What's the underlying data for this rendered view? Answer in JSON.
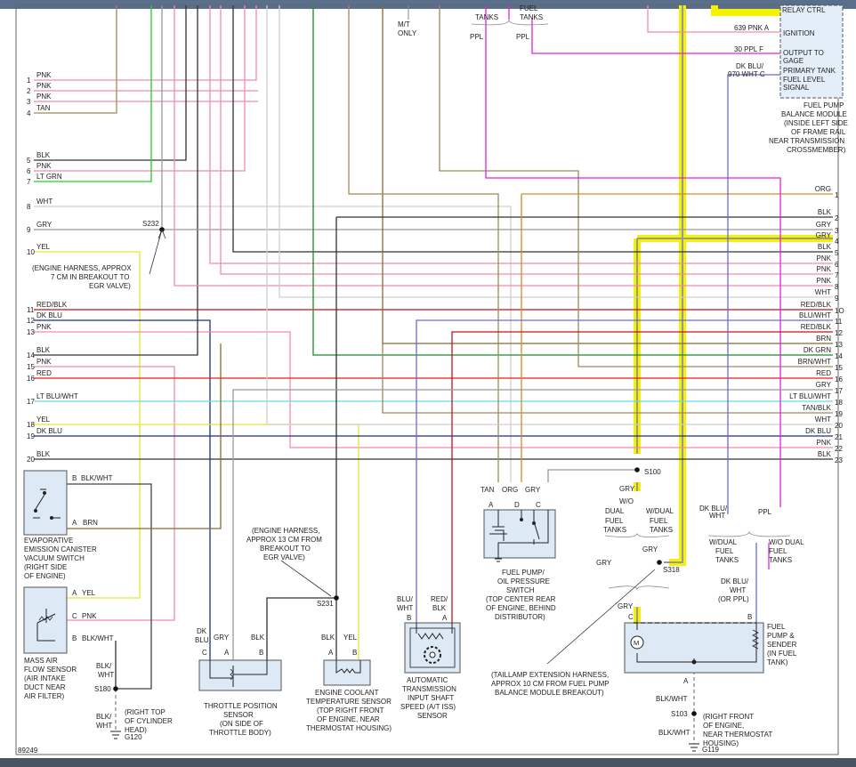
{
  "figure_number": "89249",
  "colors": {
    "highlight": "#f5f200",
    "pnk": "#f08cb0",
    "tan": "#9c8a5a",
    "brn": "#8a6b2e",
    "ltgrn": "#22d022",
    "dkgrn": "#1b8a2e",
    "blk": "#333333",
    "wht": "#cfcfcf",
    "gry": "#999999",
    "yel": "#e9e42c",
    "redblk": "#c0141c",
    "red": "#f01818",
    "dkblu": "#1c2c8a",
    "ltbluwht": "#6ad9e8",
    "bluwht": "#6a6ad8",
    "org": "#d68a22",
    "ppl": "#e020e0"
  },
  "left_pins": [
    {
      "num": "1",
      "color": "PNK"
    },
    {
      "num": "2",
      "color": "PNK"
    },
    {
      "num": "3",
      "color": "PNK"
    },
    {
      "num": "4",
      "color": "TAN"
    },
    {
      "num": "5",
      "color": "BLK"
    },
    {
      "num": "6",
      "color": "PNK"
    },
    {
      "num": "7",
      "color": "LT GRN"
    },
    {
      "num": "8",
      "color": "WHT"
    },
    {
      "num": "9",
      "color": "GRY"
    },
    {
      "num": "10",
      "color": "YEL"
    },
    {
      "num": "11",
      "color": "RED/BLK"
    },
    {
      "num": "12",
      "color": "DK BLU"
    },
    {
      "num": "13",
      "color": "PNK"
    },
    {
      "num": "14",
      "color": "BLK"
    },
    {
      "num": "15",
      "color": "PNK"
    },
    {
      "num": "16",
      "color": "RED"
    },
    {
      "num": "17",
      "color": "LT BLU/WHT"
    },
    {
      "num": "18",
      "color": "YEL"
    },
    {
      "num": "19",
      "color": "DK BLU"
    },
    {
      "num": "20",
      "color": "BLK"
    }
  ],
  "right_pins": [
    {
      "num": "1",
      "color": "ORG"
    },
    {
      "num": "2",
      "color": "BLK"
    },
    {
      "num": "3",
      "color": "GRY"
    },
    {
      "num": "4",
      "color": "GRY"
    },
    {
      "num": "5",
      "color": "BLK"
    },
    {
      "num": "6",
      "color": "PNK"
    },
    {
      "num": "7",
      "color": "PNK"
    },
    {
      "num": "8",
      "color": "PNK"
    },
    {
      "num": "9",
      "color": "WHT"
    },
    {
      "num": "1O",
      "color": "RED/BLK"
    },
    {
      "num": "11",
      "color": "BLU/WHT"
    },
    {
      "num": "12",
      "color": "RED/BLK"
    },
    {
      "num": "13",
      "color": "BRN"
    },
    {
      "num": "14",
      "color": "DK GRN"
    },
    {
      "num": "15",
      "color": "BRN/WHT"
    },
    {
      "num": "16",
      "color": "RED"
    },
    {
      "num": "17",
      "color": "GRY"
    },
    {
      "num": "18",
      "color": "LT BLU/WHT"
    },
    {
      "num": "19",
      "color": "TAN/BLK"
    },
    {
      "num": "20",
      "color": "WHT"
    },
    {
      "num": "21",
      "color": "DK BLU"
    },
    {
      "num": "22",
      "color": "PNK"
    },
    {
      "num": "23",
      "color": "BLK"
    }
  ],
  "top": {
    "mt_only": [
      "M/T",
      "ONLY"
    ],
    "tanks_left": "TANKS",
    "fuel_tanks": [
      "FUEL",
      "TANKS"
    ],
    "ppl_left": "PPL",
    "ppl_right": "PPL"
  },
  "fpbm": {
    "relay": "RELAY CTRL",
    "ignition": "IGNITION",
    "ignition_circuit": "639  PNK  A",
    "output": [
      "OUTPUT TO",
      "GAGE"
    ],
    "output_circuit": "30    PPL  F",
    "primary": [
      "PRIMARY TANK",
      "FUEL LEVEL",
      "SIGNAL"
    ],
    "primary_circuit": [
      "DK BLU/",
      "970     WHT  C"
    ],
    "caption": [
      "FUEL PUMP",
      "BALANCE MODULE",
      "(INSIDE LEFT SIDE",
      "OF FRAME RAIL",
      "NEAR TRANSMISSION",
      "CROSSMEMBER)"
    ]
  },
  "s232": {
    "label": "S232",
    "note": [
      "(ENGINE HARNESS, APPROX",
      "7 CM IN BREAKOUT TO",
      "EGR VALVE)"
    ]
  },
  "evap": {
    "pin_b": "B",
    "pin_b_wire": "BLK/WHT",
    "pin_a": "A",
    "pin_a_wire": "BRN",
    "caption": [
      "EVAPORATIVE",
      "EMISSION CANISTER",
      "VACUUM SWITCH",
      "(RIGHT SIDE",
      "OF ENGINE)"
    ]
  },
  "maf": {
    "pin_a": "A",
    "pin_a_wire": "YEL",
    "pin_c": "C",
    "pin_c_wire": "PNK",
    "pin_b": "B",
    "pin_b_wire": "BLK/WHT",
    "caption": [
      "MASS AIR",
      "FLOW SENSOR",
      "(AIR INTAKE",
      "DUCT NEAR",
      "AIR FILTER)"
    ]
  },
  "s180": {
    "label": "S180",
    "wire_top": [
      "BLK/",
      "WHT"
    ],
    "wire_bottom": [
      "BLK/",
      "WHT"
    ],
    "note": [
      "(RIGHT TOP",
      "OF CYLINDER",
      "HEAD)"
    ],
    "ground": "G120"
  },
  "tps": {
    "wire_c": [
      "DK",
      "BLU"
    ],
    "wire_a": "GRY",
    "wire_b": "BLK",
    "pin_c": "C",
    "pin_a": "A",
    "pin_b": "B",
    "caption": [
      "THROTTLE POSITION",
      "SENSOR",
      "(ON SIDE OF",
      "THROTTLE BODY)"
    ]
  },
  "s231": {
    "label": "S231",
    "note": [
      "(ENGINE HARNESS,",
      "APPROX 13 CM FROM",
      "BREAKOUT TO",
      "EGR VALVE)"
    ]
  },
  "ect": {
    "wire_a": "BLK",
    "wire_b": "YEL",
    "pin_a": "A",
    "pin_b": "B",
    "caption": [
      "ENGINE COOLANT",
      "TEMPERATURE SENSOR",
      "(TOP RIGHT FRONT",
      "OF ENGINE, NEAR",
      "THERMOSTAT HOUSING)"
    ]
  },
  "iss": {
    "wire_b": [
      "BLU/",
      "WHT"
    ],
    "wire_a": [
      "RED/",
      "BLK"
    ],
    "pin_b": "B",
    "pin_a": "A",
    "caption": [
      "AUTOMATIC",
      "TRANSMISSION",
      "INPUT SHAFT",
      "SPEED (A/T ISS)",
      "SENSOR"
    ]
  },
  "fpops": {
    "wires": [
      "TAN",
      "ORG",
      "GRY"
    ],
    "pins": [
      "A",
      "D",
      "C"
    ],
    "caption": [
      "FUEL PUMP/",
      "OIL PRESSURE",
      "SWITCH",
      "(TOP CENTER REAR",
      "OF ENGINE, BEHIND",
      "DISTRIBUTOR)"
    ]
  },
  "s100": {
    "label": "S100",
    "wire": "GRY"
  },
  "branches": {
    "wo_dual": [
      "W/O",
      "DUAL",
      "FUEL",
      "TANKS"
    ],
    "w_dual": [
      "W/DUAL",
      "FUEL",
      "TANKS"
    ],
    "gry_left": "GRY",
    "gry_right": "GRY",
    "gry_down": "GRY",
    "dkbluwht": [
      "DK BLU/",
      "WHT"
    ],
    "ppl": "PPL",
    "w_dual2": [
      "W/DUAL",
      "FUEL",
      "TANKS"
    ],
    "wo_dual2": [
      "W/O DUAL",
      "FUEL",
      "TANKS"
    ],
    "dkbluwht_ppl": [
      "DK BLU/",
      "WHT",
      "(OR PPL)"
    ]
  },
  "s318": {
    "label": "S318",
    "note": [
      "(TAILLAMP EXTENSION HARNESS,",
      "APPROX 10 CM FROM FUEL PUMP",
      "BALANCE MODULE BREAKOUT)"
    ]
  },
  "sender": {
    "pin_c": "C",
    "pin_b": "B",
    "pin_a": "A",
    "motor": "M",
    "caption": [
      "FUEL",
      "PUMP &",
      "SENDER",
      "(IN FUEL",
      "TANK)"
    ]
  },
  "s103": {
    "wire_top": "BLK/WHT",
    "label": "S103",
    "wire_bottom": "BLK/WHT",
    "note": [
      "(RIGHT FRONT",
      "OF ENGINE,",
      "NEAR THERMOSTAT",
      "HOUSING)"
    ],
    "ground": "G119"
  }
}
